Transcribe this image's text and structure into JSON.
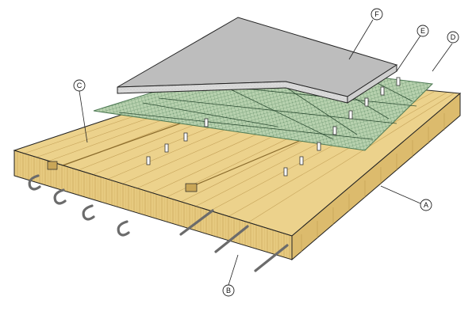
{
  "figure": {
    "callouts": [
      {
        "id": "A",
        "label": "A"
      },
      {
        "id": "B",
        "label": "B"
      },
      {
        "id": "C",
        "label": "C"
      },
      {
        "id": "D",
        "label": "D"
      },
      {
        "id": "E",
        "label": "E"
      },
      {
        "id": "F",
        "label": "F"
      }
    ],
    "colors": {
      "wood_top": "#ecd28c",
      "wood_front": "#e2c478",
      "wood_grain": "#b9964a",
      "mesh": "#a9c7a2",
      "mesh_line": "#4f7a55",
      "concrete_top": "#bdbdbd",
      "concrete_edge": "#d9d9d9",
      "rebar": "#6b6b6b",
      "outline": "#222222"
    },
    "components": {
      "timber_deck": "timber-deck",
      "steel_rods": "steel-rods",
      "hooks": "hook-bars",
      "mesh_layer": "mesh-layer",
      "concrete_slab": "concrete-slab"
    }
  }
}
